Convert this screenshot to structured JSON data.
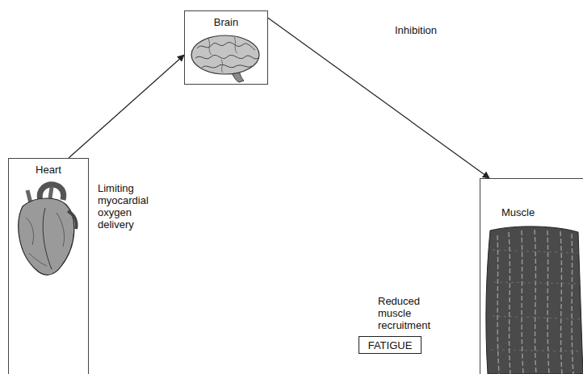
{
  "diagram": {
    "nodes": [
      {
        "text": [
          "Brain"
        ]
      },
      {
        "text": [
          "Heart"
        ]
      },
      {
        "text": [
          "Muscle"
        ]
      },
      {
        "text": [
          "FATIGUE"
        ]
      }
    ],
    "edges": [
      {
        "from": 1,
        "to": 0,
        "arrow": "to"
      },
      {
        "from": 0,
        "to": 2,
        "arrow": "to",
        "label": "Inhibition"
      }
    ],
    "labels": [
      "Limiting myocardial oxygen delivery",
      "Reduced muscle recruitment"
    ]
  }
}
